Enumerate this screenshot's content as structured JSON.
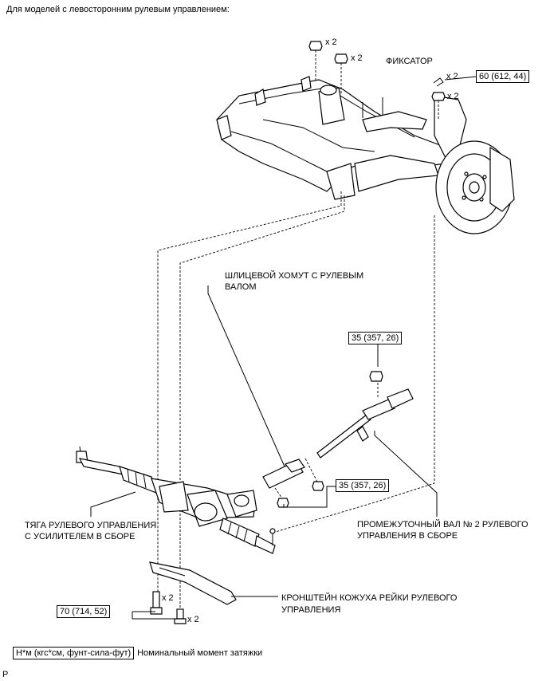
{
  "header": {
    "title": "Для моделей с левосторонним рулевым управлением:"
  },
  "labels": {
    "fixer": "ФИКСАТОР",
    "spline_clamp_l1": "ШЛИЦЕВОЙ ХОМУТ С РУЛЕВЫМ",
    "spline_clamp_l2": "ВАЛОМ",
    "rack_l1": "ТЯГА РУЛЕВОГО УПРАВЛЕНИЯ",
    "rack_l2": "С УСИЛИТЕЛЕМ В СБОРЕ",
    "shaft_l1": "ПРОМЕЖУТОЧНЫЙ ВАЛ № 2 РУЛЕВОГО",
    "shaft_l2": "УПРАВЛЕНИЯ В СБОРЕ",
    "bracket_l1": "КРОНШТЕЙН КОЖУХА РЕЙКИ РУЛЕВОГО",
    "bracket_l2": "УПРАВЛЕНИЯ"
  },
  "torques": {
    "t60": "60 (612, 44)",
    "t35_top": "35 (357, 26)",
    "t35_bottom": "35 (357, 26)",
    "t70": "70 (714, 52)"
  },
  "quantities": {
    "q_nut1": "x 2",
    "q_nut2": "x 2",
    "q_fixer": "x 2",
    "q_nut3": "x 2",
    "q_bolt1": "x 2",
    "q_bolt2": "x 2"
  },
  "legend": {
    "unit_box": "Н*м (кгс*см, фунт-сила-фут)",
    "description": ": Номинальный момент затяжки"
  },
  "footer": {
    "code": "P"
  }
}
